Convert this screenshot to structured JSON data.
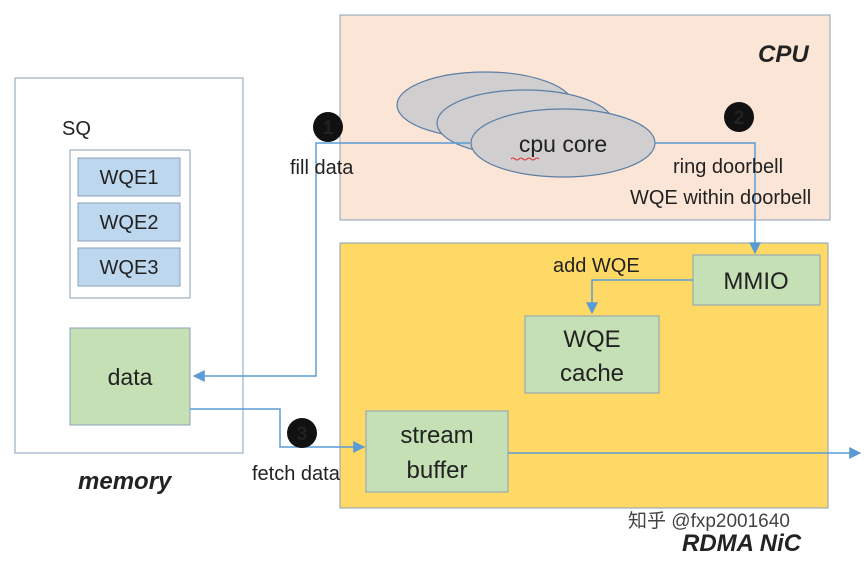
{
  "memory": {
    "title": "memory",
    "sq_label": "SQ",
    "wqe_items": [
      "WQE1",
      "WQE2",
      "WQE3"
    ],
    "data_label": "data"
  },
  "cpu": {
    "title": "CPU",
    "core_label": "cpu core"
  },
  "nic": {
    "title": "RDMA NiC",
    "mmio_label": "MMIO",
    "wqe_cache_line1": "WQE",
    "wqe_cache_line2": "cache",
    "stream_buffer_line1": "stream",
    "stream_buffer_line2": "buffer"
  },
  "steps": {
    "step1_number": "1",
    "step1_label": "fill data",
    "step2_number": "2",
    "step2_label": "ring doorbell",
    "step2_note": "WQE within doorbell",
    "step3_number": "3",
    "step3_label": "fetch data",
    "add_wqe_label": "add WQE"
  },
  "watermark": "知乎 @fxp2001640",
  "colors": {
    "cpu_bg": "#fbe5d6",
    "nic_bg": "#ffd966",
    "box_green": "#c5e0b4",
    "box_blue": "#bdd7ee",
    "arrow": "#5b9bd5",
    "note_red": "#e03030",
    "core_gray": "#d0cece"
  }
}
